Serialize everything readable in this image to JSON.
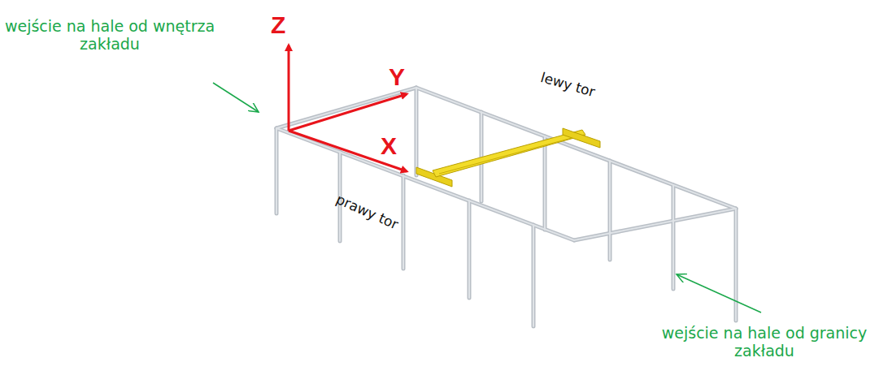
{
  "diagram": {
    "labels": [
      "wejście na hale od wnętrza zakładu",
      "Z",
      "Y",
      "X",
      "lewy tor",
      "prawy tor",
      "wejście na hale od granicy zakładu"
    ]
  }
}
